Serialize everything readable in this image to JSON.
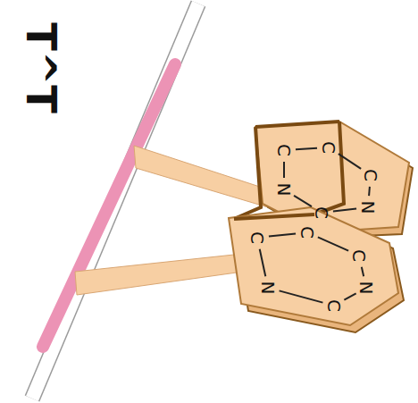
{
  "diagram": {
    "labels": [
      "T^T",
      "C",
      "C",
      "C",
      "N",
      "C",
      "N",
      "C",
      "C",
      "C",
      "N",
      "C",
      "N"
    ]
  }
}
